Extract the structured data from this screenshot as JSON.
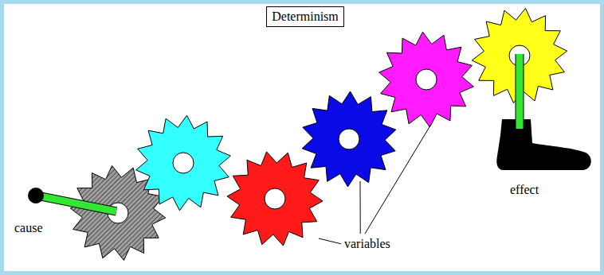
{
  "diagram": {
    "title": "Determinism",
    "labels": [
      "cause",
      "variables",
      "effect"
    ]
  }
}
